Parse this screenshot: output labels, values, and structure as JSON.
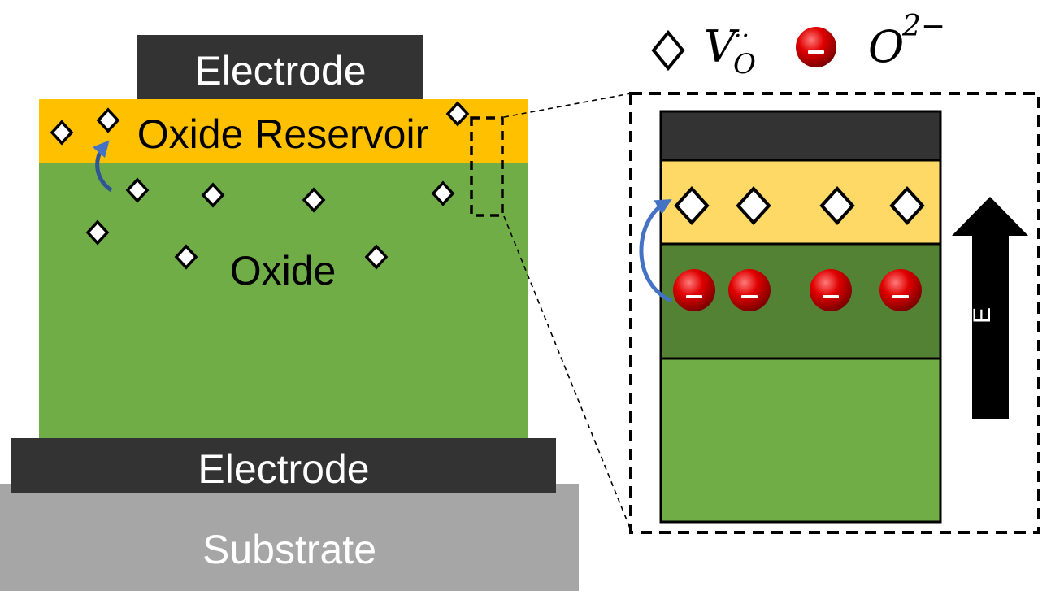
{
  "diagram": {
    "layers": {
      "top_electrode": "Electrode",
      "reservoir": "Oxide Reservoir",
      "oxide": "Oxide",
      "bottom_electrode": "Electrode",
      "substrate": "Substrate"
    },
    "legend": {
      "vacancy_base": "V",
      "vacancy_sub": "O",
      "vacancy_dots": "··",
      "ion_base": "O",
      "ion_sup": "2−",
      "ion_sign": "−"
    },
    "field_label": "E",
    "colors": {
      "electrode": "#333333",
      "reservoir": "#ffc000",
      "reservoir_light": "#ffd966",
      "oxide": "#70ad47",
      "oxide_dark": "#548235",
      "substrate": "#a6a6a6",
      "arrow": "#4472c4",
      "ion": "#e00000"
    }
  }
}
